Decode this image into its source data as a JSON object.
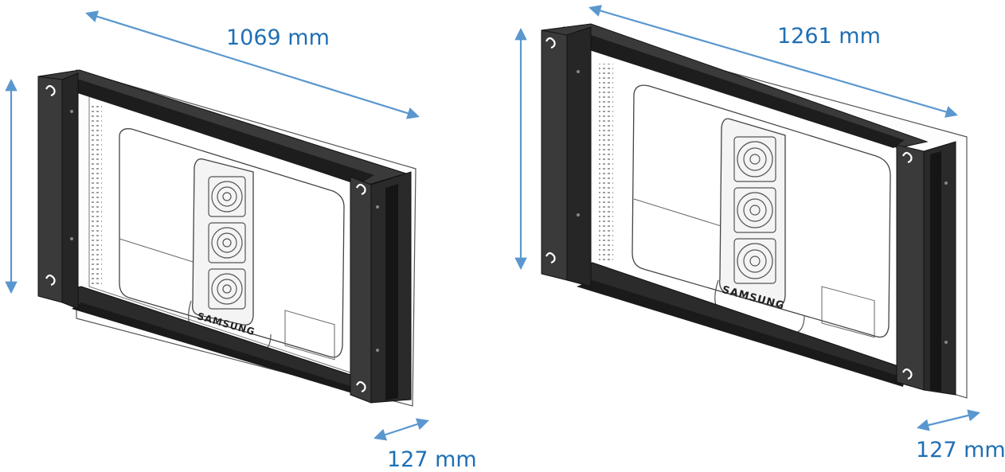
{
  "dimensions": {
    "left_width": "1069 mm",
    "left_depth": "127 mm",
    "right_width": "1261 mm",
    "right_depth": "127 mm"
  },
  "brand_text": "SAMSUNG",
  "colors": {
    "dimension": "#1f6fb4",
    "arrow": "#5a97cf",
    "frame": "#3a3a3a",
    "frame_dark": "#1d1d1d",
    "line": "#555555"
  }
}
